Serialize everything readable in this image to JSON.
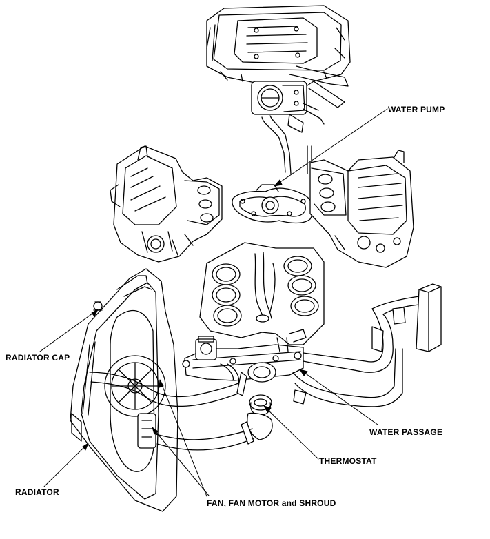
{
  "labels": {
    "water_pump": "WATER PUMP",
    "radiator_cap": "RADIATOR CAP",
    "water_passage": "WATER PASSAGE",
    "thermostat": "THERMOSTAT",
    "radiator": "RADIATOR",
    "fan_motor_shroud": "FAN, FAN MOTOR and SHROUD"
  },
  "colors": {
    "ink": "#000000",
    "paper": "#ffffff"
  }
}
